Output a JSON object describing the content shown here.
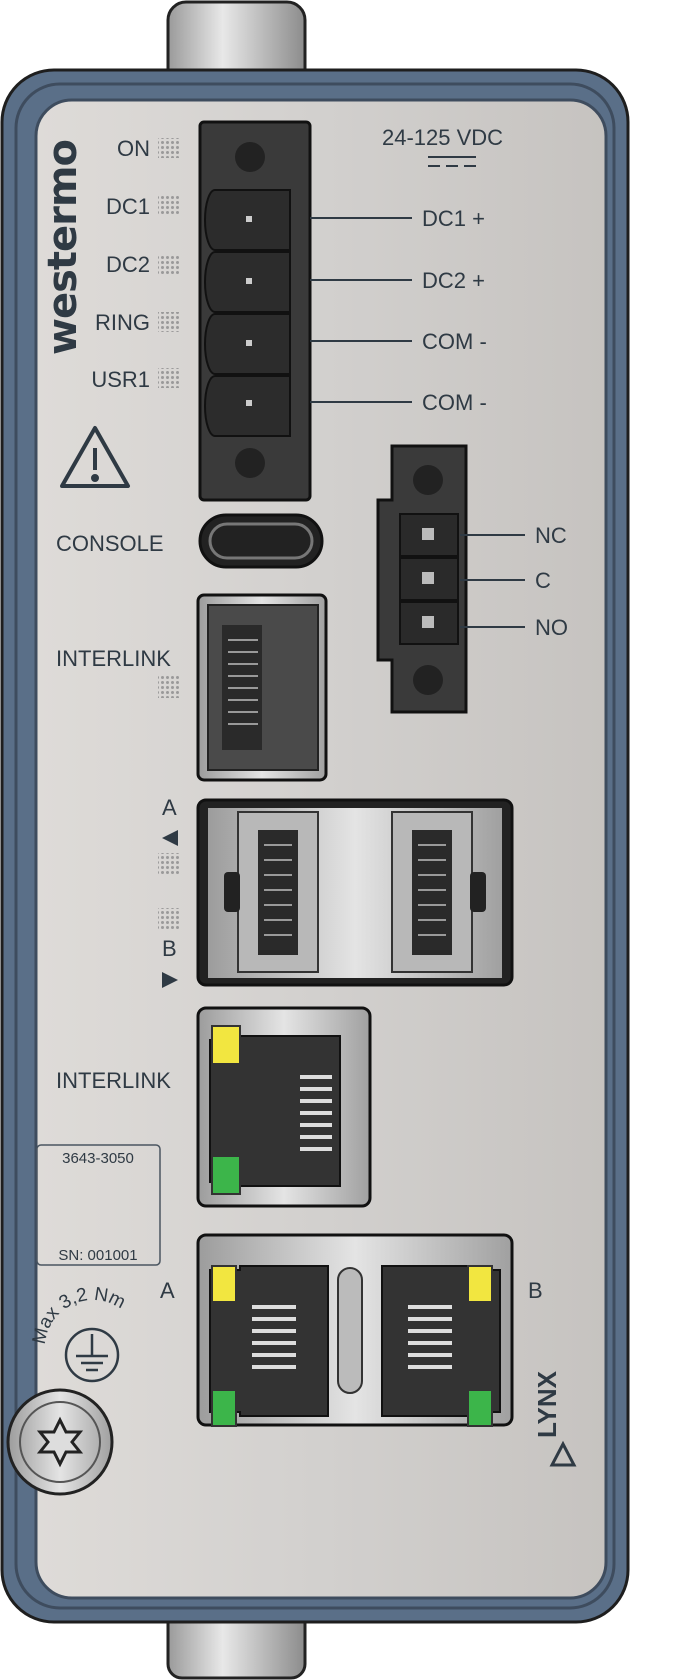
{
  "brand": {
    "logo_text": "westermo",
    "product": "LYNX"
  },
  "leds": [
    {
      "label": "ON"
    },
    {
      "label": "DC1"
    },
    {
      "label": "DC2"
    },
    {
      "label": "RING"
    },
    {
      "label": "USR1"
    }
  ],
  "power": {
    "rating": "24-125 VDC",
    "terminals": [
      {
        "label": "DC1 +"
      },
      {
        "label": "DC2 +"
      },
      {
        "label": "COM -"
      },
      {
        "label": "COM -"
      }
    ]
  },
  "relay": {
    "terminals": [
      {
        "label": "NC"
      },
      {
        "label": "C"
      },
      {
        "label": "NO"
      }
    ]
  },
  "ports": {
    "console": "CONSOLE",
    "interlink_sfp": "INTERLINK",
    "sfp_a": "A",
    "sfp_b": "B",
    "interlink_rj45": "INTERLINK",
    "eth_a": "A",
    "eth_b": "B"
  },
  "label_plate": {
    "part_number": "3643-3050",
    "serial": "SN: 001001"
  },
  "torque": "Max 3,2 Nm",
  "colors": {
    "frame": "#5a6f88",
    "panel": "#d6d4d2",
    "led_yellow": "#f2e640",
    "led_green": "#3cb54a",
    "text": "#2f3a44"
  }
}
